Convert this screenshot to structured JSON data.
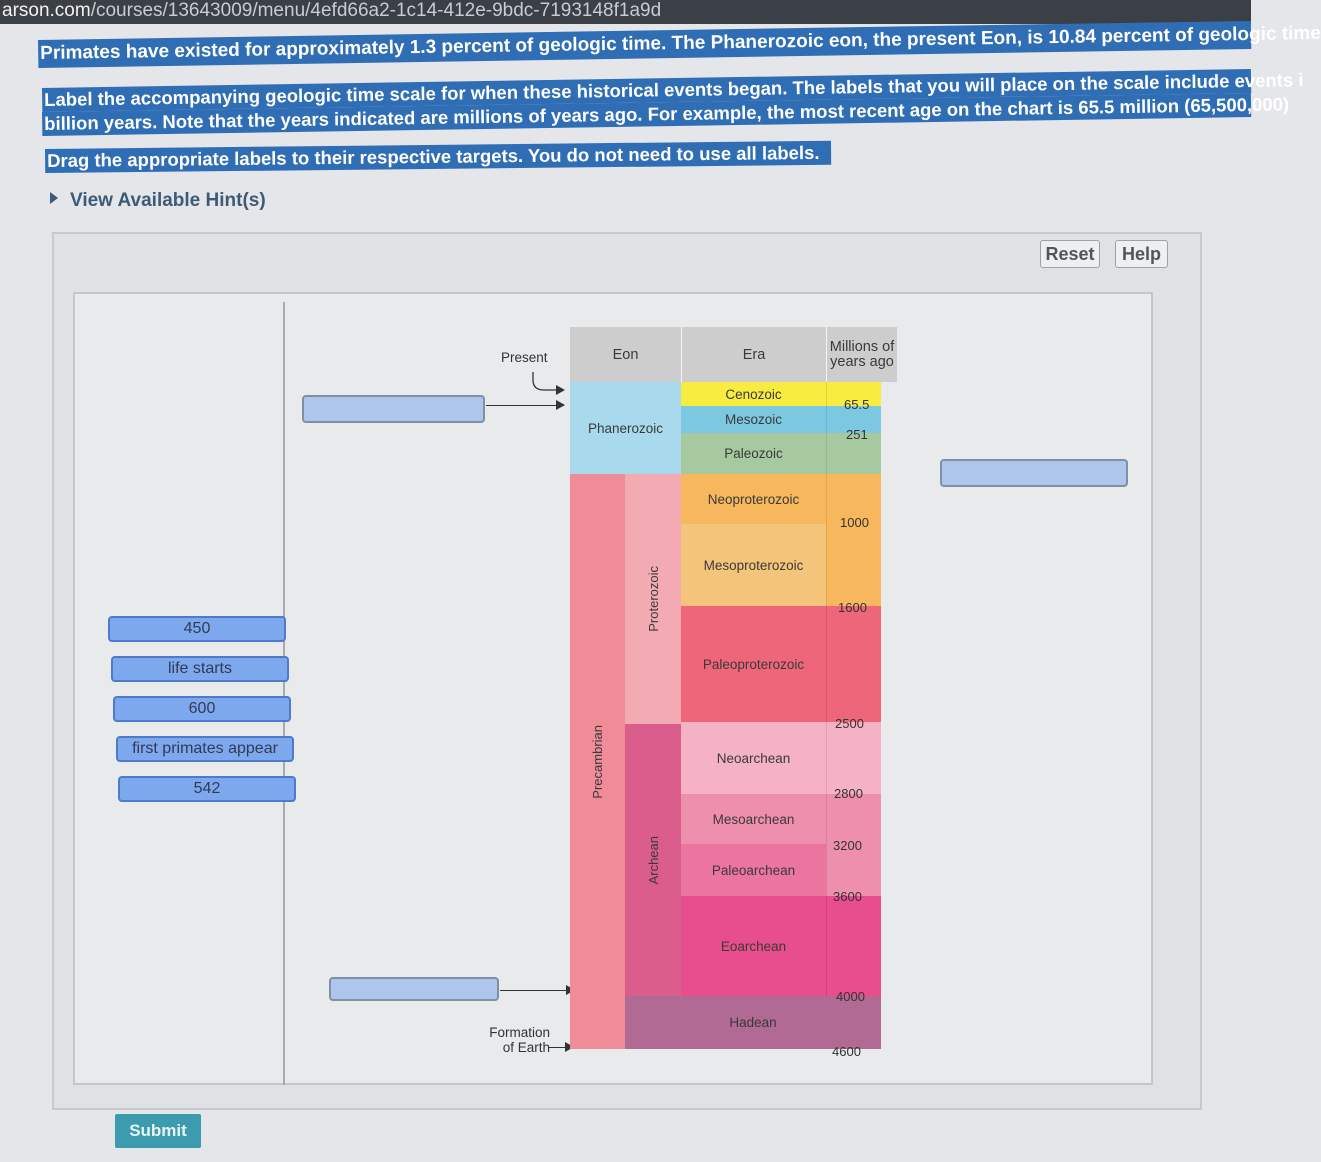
{
  "browser": {
    "url_host": "arson.com",
    "url_path": "/courses/13643009/menu/4efd66a2-1c14-412e-9bdc-7193148f1a9d"
  },
  "question": {
    "line1": "Primates have existed for approximately 1.3 percent of geologic time. The Phanerozoic eon, the present Eon, is 10.84 percent of geologic time",
    "line2": "Label the accompanying geologic time scale for when these historical events began. The labels that you will place on the scale include events i",
    "line3": "billion years. Note that the years indicated are millions of years ago. For example, the most recent age on the chart is 65.5 million (65,500,000)",
    "instruction": "Drag the appropriate labels to their respective targets. You do not need to use all labels."
  },
  "hint_label": "View Available Hint(s)",
  "toolbar": {
    "reset": "Reset",
    "help": "Help"
  },
  "labels": [
    "450",
    "life starts",
    "600",
    "first primates appear",
    "542"
  ],
  "chart": {
    "headers": {
      "eon": "Eon",
      "era": "Era",
      "mya": "Millions of years ago"
    },
    "present": "Present",
    "formation": "Formation of Earth",
    "eons": {
      "phanerozoic": "Phanerozoic",
      "precambrian": "Precambrian",
      "proterozoic": "Proterozoic",
      "archean": "Archean"
    },
    "eras": {
      "cenozoic": "Cenozoic",
      "mesozoic": "Mesozoic",
      "paleozoic": "Paleozoic",
      "neoproterozoic": "Neoproterozoic",
      "mesoproterozoic": "Mesoproterozoic",
      "paleoproterozoic": "Paleoproterozoic",
      "neoarchean": "Neoarchean",
      "mesoarchean": "Mesoarchean",
      "paleoarchean": "Paleoarchean",
      "eoarchean": "Eoarchean",
      "hadean": "Hadean"
    },
    "ages": {
      "a65": "65.5",
      "a251": "251",
      "a1000": "1000",
      "a1600": "1600",
      "a2500": "2500",
      "a2800": "2800",
      "a3200": "3200",
      "a3600": "3600",
      "a4000": "4000",
      "a4600": "4600"
    }
  },
  "submit_label": "Submit"
}
